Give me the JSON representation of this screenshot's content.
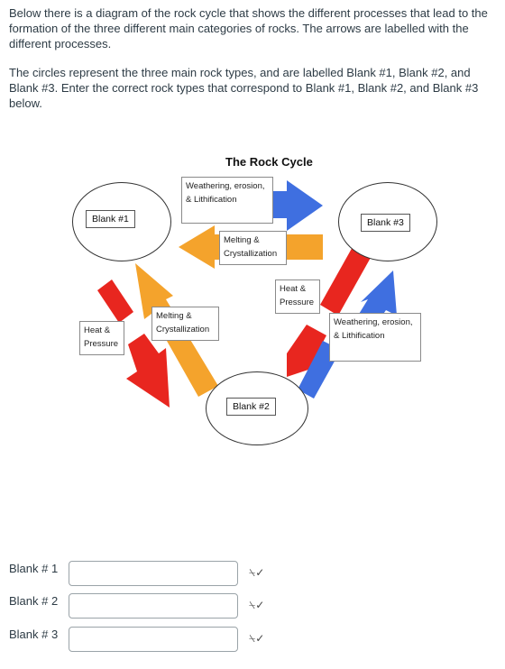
{
  "instructions": {
    "para1": "Below there is a diagram of the rock cycle that shows the different processes that lead to the formation of the three different main categories of rocks. The arrows are labelled with the different processes.",
    "para2": "The circles represent the three main rock types, and are labelled Blank #1, Blank #2, and Blank #3. Enter the correct rock types that correspond to Blank #1, Blank #2, and Blank #3 below."
  },
  "diagram": {
    "title": "The Rock Cycle",
    "circles": {
      "c1": "Blank #1",
      "c2": "Blank #2",
      "c3": "Blank #3"
    },
    "labels": {
      "weathering_top": "Weathering, erosion, & Lithification",
      "melting_top": "Melting & Crystallization",
      "heat_right": "Heat & Pressure",
      "weathering_right": "Weathering, erosion, & Lithification",
      "heat_left": "Heat & Pressure",
      "melting_left": "Melting & Crystallization"
    },
    "colors": {
      "blue": "#3f6fe0",
      "orange": "#f4a32c",
      "red": "#e8261f"
    }
  },
  "answers": [
    {
      "label": "Blank # 1",
      "value": "",
      "spellcheck_icon": "spellcheck-icon"
    },
    {
      "label": "Blank # 2",
      "value": "",
      "spellcheck_icon": "spellcheck-icon"
    },
    {
      "label": "Blank # 3",
      "value": "",
      "spellcheck_icon": "spellcheck-icon"
    }
  ]
}
